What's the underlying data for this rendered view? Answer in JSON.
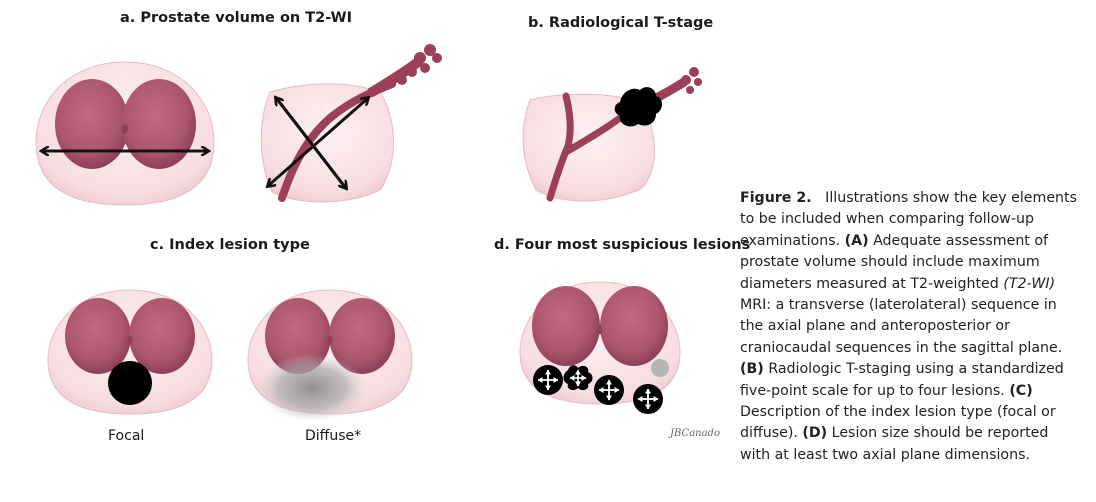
{
  "panels": {
    "a": {
      "title": "a. Prostate volume on T2-WI"
    },
    "b": {
      "title": "b. Radiological T-stage"
    },
    "c": {
      "title": "c. Index lesion type",
      "labels": [
        "Focal",
        "Diffuse*"
      ]
    },
    "d": {
      "title": "d. Four most suspicious lesions"
    }
  },
  "signature": "JBCanado",
  "caption": {
    "figure_label": "Figure 2.",
    "intro": "Illustrations show the key elements to be included when comparing follow-up examinations.",
    "a_label": "(A)",
    "a_text_1": "Adequate assessment of prostate volume should include maximum diameters measured at T2-weighted",
    "a_italic": "(T2-WI)",
    "a_text_2": "MRI: a transverse (laterolateral) sequence in the axial plane and anteroposterior or craniocaudal sequences in the sagittal plane.",
    "b_label": "(B)",
    "b_text": "Radiologic T-staging using a standardized five-point scale for up to four lesions.",
    "c_label": "(C)",
    "c_text": "Description of the index lesion type (focal or diffuse).",
    "d_label": "(D)",
    "d_text": "Lesion size should be reported with at least two axial plane dimensions."
  },
  "colors": {
    "gland_fill": "#f9e3e6",
    "lobe_fill": "#b25b74",
    "lobe_dark": "#8e3e58",
    "vessel": "#9c3f59",
    "lesion": "#000000",
    "diffuse_lesion": "#9a9a9a",
    "small_lesion": "#b5b5b5"
  }
}
